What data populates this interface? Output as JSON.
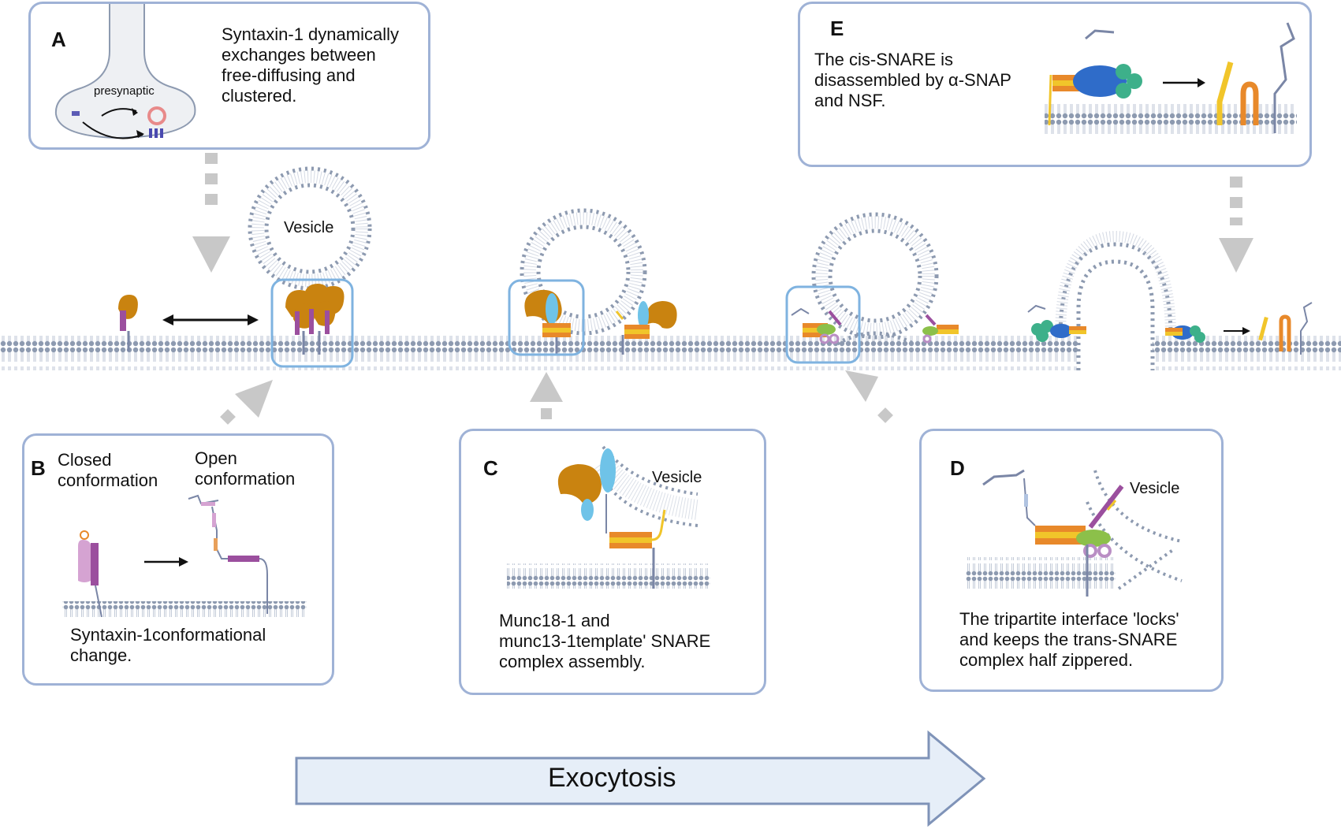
{
  "panels": {
    "A": {
      "letter": "A",
      "text": "Syntaxin-1 dynamically\nexchanges between\nfree-diffusing and\nclustered.",
      "presynaptic": "presynaptic"
    },
    "B": {
      "letter": "B",
      "closed": "Closed\nconformation",
      "open": "Open\nconformation",
      "caption": "Syntaxin-1conformational\nchange."
    },
    "C": {
      "letter": "C",
      "vesicle": "Vesicle",
      "caption": "Munc18-1 and\nmunc13-1template' SNARE\ncomplex assembly."
    },
    "D": {
      "letter": "D",
      "vesicle": "Vesicle",
      "caption": "The tripartite interface 'locks'\nand keeps the trans-SNARE\ncomplex half zippered."
    },
    "E": {
      "letter": "E",
      "text": "The cis-SNARE is\ndisassembled by α-SNAP\nand NSF."
    }
  },
  "main": {
    "vesicle_label": "Vesicle"
  },
  "exocytosis_label": "Exocytosis",
  "colors": {
    "panel_border": "#9fb2d6",
    "membrane_head": "#8d9ab0",
    "membrane_tail": "#c3cbd8",
    "munc18": "#c98310",
    "syntaxin": "#9b4f9e",
    "snare_orange": "#e8892a",
    "snare_yellow": "#f1c52a",
    "munc13": "#6fc3e8",
    "nsf_blue": "#2f6cc9",
    "nsf_green": "#3db08a",
    "arrow_gray": "#c8c8c8",
    "exo_fill": "#e6eef8",
    "exo_stroke": "#7f93b8"
  }
}
